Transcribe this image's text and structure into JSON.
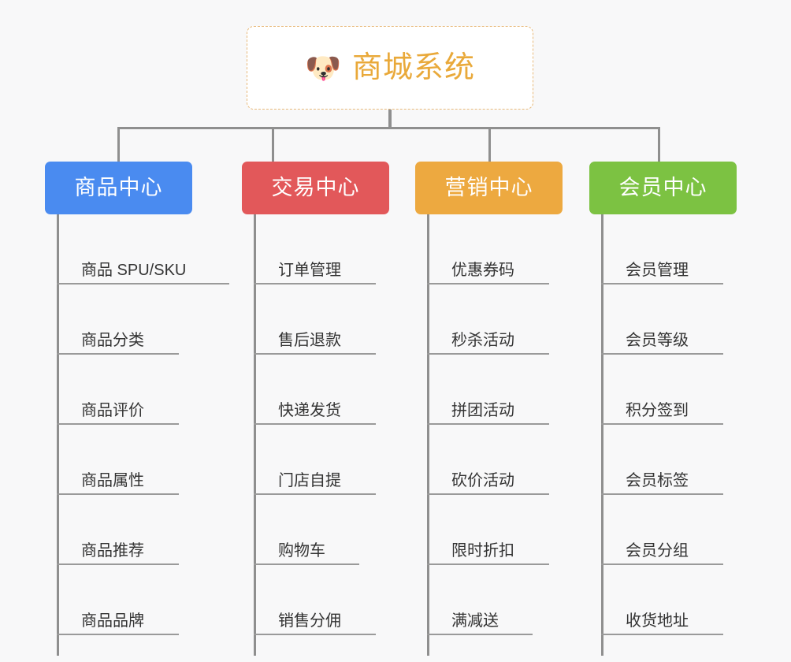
{
  "page": {
    "background": "#f8f8f9",
    "connector_color": "#8f8f8f"
  },
  "root": {
    "icon": "dog-face-icon",
    "icon_glyph": "🐶",
    "title": "商城系统",
    "title_color": "#e9a93a",
    "border_color": "#e8b97a",
    "background": "#ffffff"
  },
  "columns": [
    {
      "id": "product-center",
      "label": "商品中心",
      "color": "#4a8bf0",
      "items": [
        {
          "label": "商品 SPU/SKU"
        },
        {
          "label": "商品分类"
        },
        {
          "label": "商品评价"
        },
        {
          "label": "商品属性"
        },
        {
          "label": "商品推荐"
        },
        {
          "label": "商品品牌"
        }
      ]
    },
    {
      "id": "trade-center",
      "label": "交易中心",
      "color": "#e2585a",
      "items": [
        {
          "label": "订单管理"
        },
        {
          "label": "售后退款"
        },
        {
          "label": "快递发货"
        },
        {
          "label": "门店自提"
        },
        {
          "label": "购物车"
        },
        {
          "label": "销售分佣"
        }
      ]
    },
    {
      "id": "marketing-center",
      "label": "营销中心",
      "color": "#eda940",
      "items": [
        {
          "label": "优惠券码"
        },
        {
          "label": "秒杀活动"
        },
        {
          "label": "拼团活动"
        },
        {
          "label": "砍价活动"
        },
        {
          "label": "限时折扣"
        },
        {
          "label": "满减送"
        }
      ]
    },
    {
      "id": "member-center",
      "label": "会员中心",
      "color": "#7cc242",
      "items": [
        {
          "label": "会员管理"
        },
        {
          "label": "会员等级"
        },
        {
          "label": "积分签到"
        },
        {
          "label": "会员标签"
        },
        {
          "label": "会员分组"
        },
        {
          "label": "收货地址"
        }
      ]
    }
  ]
}
